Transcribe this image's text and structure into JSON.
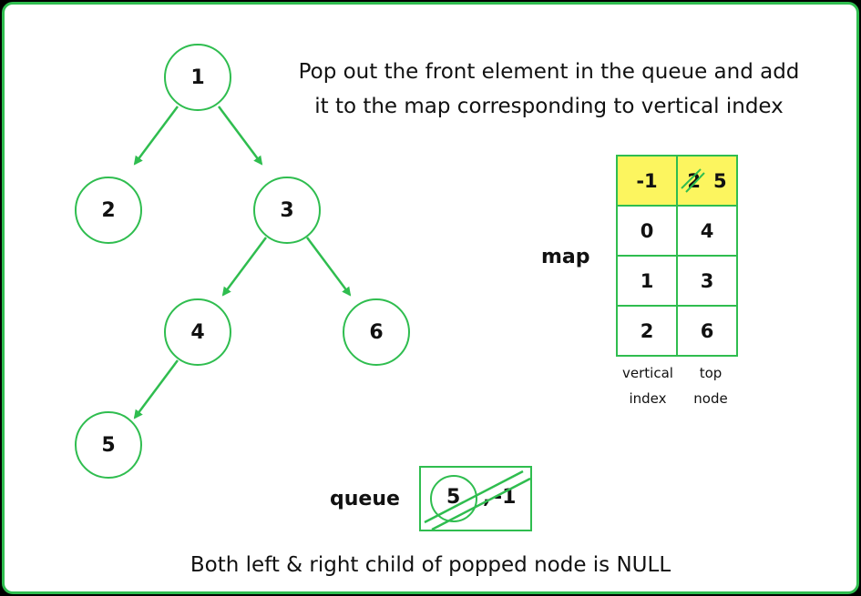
{
  "caption_top_line1": "Pop out the front element in the queue and add",
  "caption_top_line2": "it to the map corresponding to vertical index",
  "caption_bottom": "Both left & right child of popped node is NULL",
  "tree_nodes": [
    {
      "id": "n1",
      "label": "1"
    },
    {
      "id": "n2",
      "label": "2"
    },
    {
      "id": "n3",
      "label": "3"
    },
    {
      "id": "n4",
      "label": "4"
    },
    {
      "id": "n6",
      "label": "6"
    },
    {
      "id": "n5",
      "label": "5"
    }
  ],
  "map": {
    "title": "map",
    "rows": [
      {
        "index": "-1",
        "old": "2",
        "node": "5",
        "highlight": true
      },
      {
        "index": "0",
        "node": "4"
      },
      {
        "index": "1",
        "node": "3"
      },
      {
        "index": "2",
        "node": "6"
      }
    ],
    "col_label_1_line1": "vertical",
    "col_label_1_line2": "index",
    "col_label_2_line1": "top",
    "col_label_2_line2": "node"
  },
  "queue": {
    "title": "queue",
    "node": "5",
    "separator": ",",
    "index": "-1"
  },
  "colors": {
    "accent": "#2fbd4f",
    "highlight": "#fcf55f"
  }
}
